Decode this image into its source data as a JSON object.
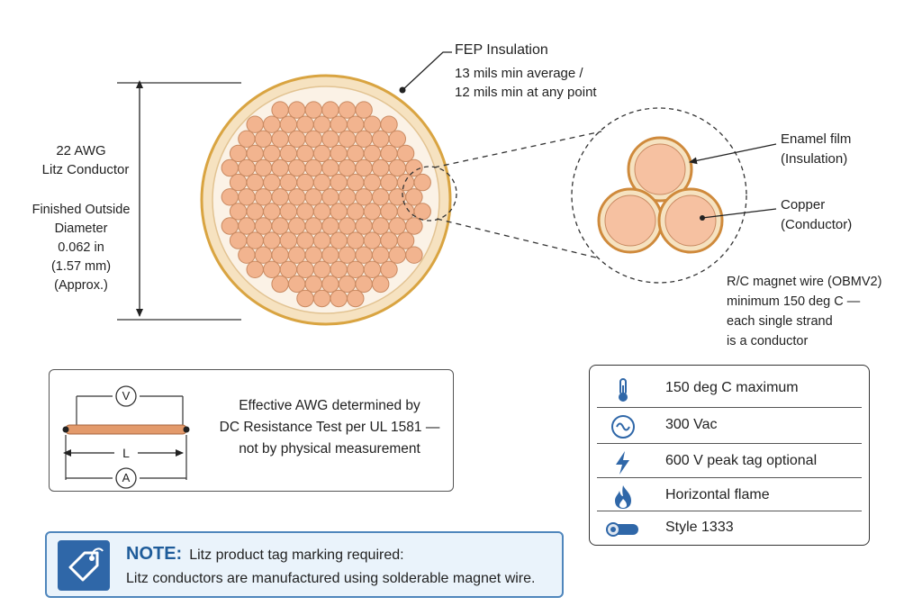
{
  "insulation": {
    "title": "FEP Insulation",
    "line1": "13 mils min average /",
    "line2": "12 mils min at any point"
  },
  "conductor": {
    "line1": "22 AWG",
    "line2": "Litz Conductor"
  },
  "diameter": {
    "line1": "Finished Outside",
    "line2": "Diameter",
    "line3": "0.062 in",
    "line4": "(1.57 mm)",
    "line5": "(Approx.)"
  },
  "detail": {
    "enamel_line1": "Enamel film",
    "enamel_line2": "(Insulation)",
    "copper_line1": "Copper",
    "copper_line2": "(Conductor)",
    "magnet_line1": "R/C magnet wire (OBMV2)",
    "magnet_line2": "minimum 150 deg C —",
    "magnet_line3": "each single strand",
    "magnet_line4": "is a conductor"
  },
  "test": {
    "voltmeter": "V",
    "ammeter": "A",
    "length": "L",
    "line1": "Effective AWG determined by",
    "line2": "DC Resistance Test per UL 1581 —",
    "line3": "not by physical measurement"
  },
  "properties": [
    {
      "icon": "thermometer-icon",
      "label": "150 deg C maximum"
    },
    {
      "icon": "ac-wave-icon",
      "label": "300 Vac"
    },
    {
      "icon": "lightning-icon",
      "label": "600 V peak tag optional"
    },
    {
      "icon": "flame-icon",
      "label": "Horizontal flame"
    },
    {
      "icon": "cable-icon",
      "label": "Style 1333"
    }
  ],
  "note": {
    "keyword": "NOTE:",
    "headline": "Litz product tag marking required:",
    "body": "Litz conductors are manufactured using solderable magnet wire."
  },
  "colors": {
    "insulation_fill": "#f6e2c0",
    "insulation_stroke": "#d9a441",
    "strand_fill": "#f2b48f",
    "strand_stroke": "#c98a62",
    "accent_blue": "#2f67a8",
    "note_bg": "#eaf3fb"
  }
}
